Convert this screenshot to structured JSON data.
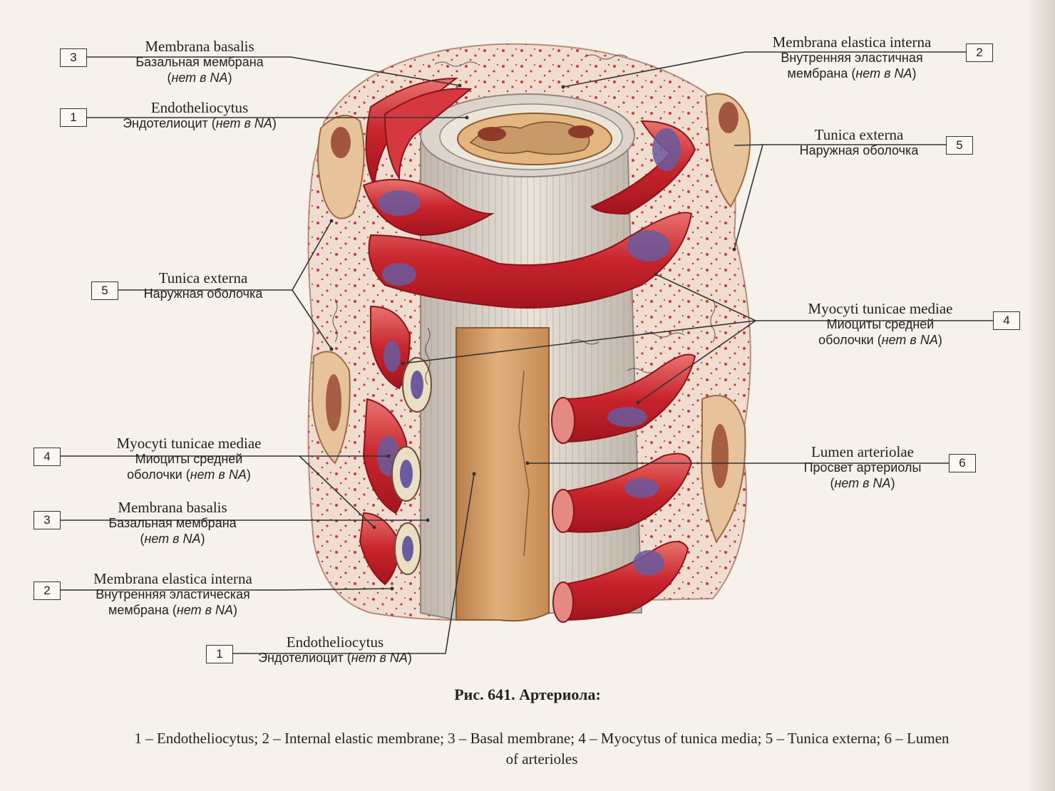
{
  "colors": {
    "muscle": "#c8242c",
    "muscle_light": "#e58a82",
    "nucleus": "#6a5a9e",
    "tunica_externa": "#e7c39b",
    "adventitia_fill": "#f0ddd0",
    "wall": "#d9d2c8",
    "lumen": "#d6a26e",
    "line": "#333333"
  },
  "labels": [
    {
      "num": "3",
      "lat": "Membrana basalis",
      "ru": "Базальная мембрана",
      "na": "нет в NA"
    },
    {
      "num": "1",
      "lat": "Endotheliocytus",
      "ru": "Эндотелиоцит",
      "na": "нет в NA"
    },
    {
      "num": "2",
      "lat": "Membrana elastica interna",
      "ru1": "Внутренняя эластичная",
      "ru2": "мембрана",
      "na": "нет в NA"
    },
    {
      "num": "5",
      "lat": "Tunica externa",
      "ru": "Наружная оболочка"
    },
    {
      "num": "5",
      "lat": "Tunica externa",
      "ru": "Наружная оболочка"
    },
    {
      "num": "4",
      "lat": "Myocyti tunicae mediae",
      "ru1": "Миоциты средней",
      "ru2": "оболочки",
      "na": "нет в NA"
    },
    {
      "num": "4",
      "lat": "Myocyti tunicae mediae",
      "ru1": "Миоциты средней",
      "ru2": "оболочки",
      "na": "нет в NA"
    },
    {
      "num": "6",
      "lat": "Lumen arteriolae",
      "ru": "Просвет артериолы",
      "na": "нет в NA"
    },
    {
      "num": "3",
      "lat": "Membrana basalis",
      "ru": "Базальная мембрана",
      "na": "нет в NA"
    },
    {
      "num": "2",
      "lat": "Membrana elastica interna",
      "ru1": "Внутренняя эластическая",
      "ru2": "мембрана",
      "na": "нет в NA"
    },
    {
      "num": "1",
      "lat": "Endotheliocytus",
      "ru": "Эндотелиоцит",
      "na": "нет в NA"
    }
  ],
  "figure_title": "Рис. 641. Артериола:",
  "caption_line1": "1 – Endotheliocytus; 2 – Internal elastic membrane; 3 – Basal membrane; 4 – Myocytus of tunica media; 5 – Tunica externa; 6 – Lumen",
  "caption_line2": "of arterioles"
}
